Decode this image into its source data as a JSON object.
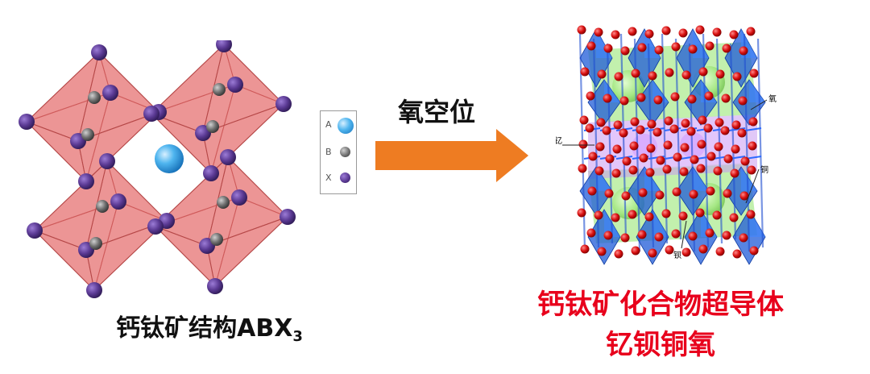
{
  "transition": {
    "label": "氧空位"
  },
  "legend": {
    "items": [
      {
        "letter": "A",
        "color": "#3fa9e8",
        "size": "large"
      },
      {
        "letter": "B",
        "color": "#6e6e6e",
        "size": "small"
      },
      {
        "letter": "X",
        "color": "#5b3a94",
        "size": "small"
      }
    ]
  },
  "left": {
    "caption_main": "钙钛矿结构ABX",
    "caption_sub": "3"
  },
  "right": {
    "title": "钙钛矿化合物超导体",
    "subtitle": "钇钡铜氧",
    "labels": {
      "oxygen": "氧",
      "yttrium": "钇",
      "copper": "铜",
      "barium": "钡"
    }
  },
  "colors": {
    "octahedron": "#e36a6a",
    "arrow": "#ee7c22",
    "caption_red": "#e8001c",
    "green_block": "#8fe36a",
    "blue_octa": "#1f5bd8",
    "oxygen_red": "#d81010"
  }
}
